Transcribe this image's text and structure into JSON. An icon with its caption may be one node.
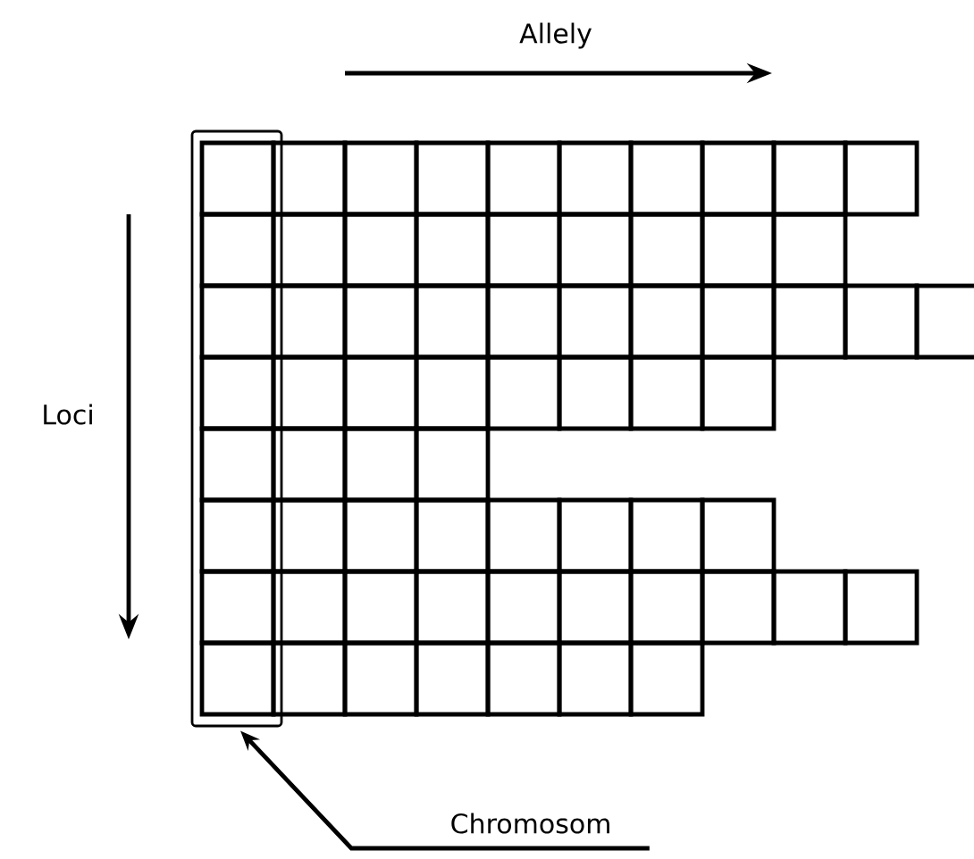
{
  "diagram": {
    "nodes": [
      {
        "text": [],
        "shape": "box"
      },
      {
        "text": [
          "Chromosom"
        ]
      }
    ],
    "edges": [
      {
        "from": 1,
        "to": 0,
        "arrow": "to"
      }
    ],
    "labels": [
      "Allely",
      "Loci"
    ]
  }
}
